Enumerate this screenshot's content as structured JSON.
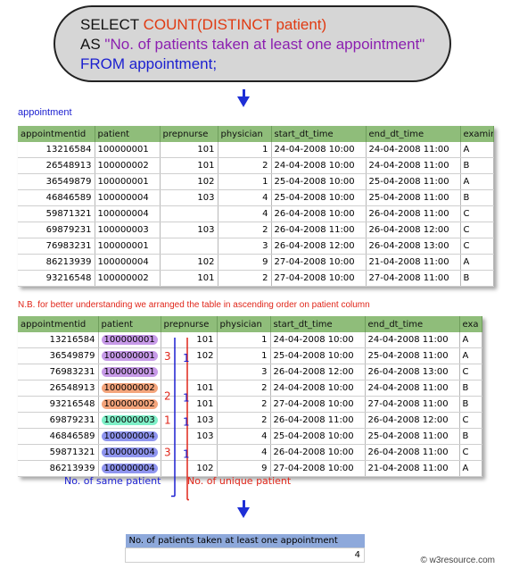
{
  "sql": {
    "line1_kw": "SELECT",
    "line1_fn": "COUNT(DISTINCT patient)",
    "line2_kw": "AS",
    "line2_str": "\"No. of patients taken at least one appointment\"",
    "line3": "FROM appointment;"
  },
  "table1": {
    "title": "appointment",
    "columns": [
      "appointmentid",
      "patient",
      "prepnurse",
      "physician",
      "start_dt_time",
      "end_dt_time",
      "examin"
    ],
    "rows": [
      [
        "13216584",
        "100000001",
        "101",
        "1",
        "24-04-2008 10:00",
        "24-04-2008 11:00",
        "A"
      ],
      [
        "26548913",
        "100000002",
        "101",
        "2",
        "24-04-2008 10:00",
        "24-04-2008 11:00",
        "B"
      ],
      [
        "36549879",
        "100000001",
        "102",
        "1",
        "25-04-2008 10:00",
        "25-04-2008 11:00",
        "A"
      ],
      [
        "46846589",
        "100000004",
        "103",
        "4",
        "25-04-2008 10:00",
        "25-04-2008 11:00",
        "B"
      ],
      [
        "59871321",
        "100000004",
        "",
        "4",
        "26-04-2008 10:00",
        "26-04-2008 11:00",
        "C"
      ],
      [
        "69879231",
        "100000003",
        "103",
        "2",
        "26-04-2008 11:00",
        "26-04-2008 12:00",
        "C"
      ],
      [
        "76983231",
        "100000001",
        "",
        "3",
        "26-04-2008 12:00",
        "26-04-2008 13:00",
        "C"
      ],
      [
        "86213939",
        "100000004",
        "102",
        "9",
        "27-04-2008 10:00",
        "21-04-2008 11:00",
        "A"
      ],
      [
        "93216548",
        "100000002",
        "101",
        "2",
        "27-04-2008 10:00",
        "27-04-2008 11:00",
        "B"
      ]
    ]
  },
  "note": "N.B. for better understanding we arranged the table in ascending order on patient column",
  "table2": {
    "columns": [
      "appointmentid",
      "patient",
      "prepnurse",
      "physician",
      "start_dt_time",
      "end_dt_time",
      "exa"
    ],
    "rows": [
      [
        "13216584",
        "100000001",
        "101",
        "1",
        "24-04-2008 10:00",
        "24-04-2008 11:00",
        "A"
      ],
      [
        "36549879",
        "100000001",
        "102",
        "1",
        "25-04-2008 10:00",
        "25-04-2008 11:00",
        "A"
      ],
      [
        "76983231",
        "100000001",
        "",
        "3",
        "26-04-2008 12:00",
        "26-04-2008 13:00",
        "C"
      ],
      [
        "26548913",
        "100000002",
        "101",
        "2",
        "24-04-2008 10:00",
        "24-04-2008 11:00",
        "B"
      ],
      [
        "93216548",
        "100000002",
        "101",
        "2",
        "27-04-2008 10:00",
        "27-04-2008 11:00",
        "B"
      ],
      [
        "69879231",
        "100000003",
        "103",
        "2",
        "26-04-2008 11:00",
        "26-04-2008 12:00",
        "C"
      ],
      [
        "46846589",
        "100000004",
        "103",
        "4",
        "25-04-2008 10:00",
        "25-04-2008 11:00",
        "B"
      ],
      [
        "59871321",
        "100000004",
        "",
        "4",
        "26-04-2008 10:00",
        "26-04-2008 11:00",
        "C"
      ],
      [
        "86213939",
        "100000004",
        "102",
        "9",
        "27-04-2008 10:00",
        "21-04-2008 11:00",
        "A"
      ]
    ],
    "groups": [
      {
        "patient": "100000001",
        "rows": [
          0,
          1,
          2
        ],
        "same": "3",
        "unique": "1",
        "color": "#c79ae8"
      },
      {
        "patient": "100000002",
        "rows": [
          3,
          4
        ],
        "same": "2",
        "unique": "1",
        "color": "#f4a57c"
      },
      {
        "patient": "100000003",
        "rows": [
          5
        ],
        "same": "1",
        "unique": "1",
        "color": "#7ff0c8"
      },
      {
        "patient": "100000004",
        "rows": [
          6,
          7,
          8
        ],
        "same": "3",
        "unique": "1",
        "color": "#8f95ef"
      }
    ]
  },
  "labels": {
    "same_patient": "No. of same patient",
    "unique_patient": "No. of unique patient"
  },
  "result": {
    "header": "No. of patients taken at least one appointment",
    "value": "4"
  },
  "credit": "© w3resource.com",
  "colors": {
    "blue": "#1b1fd0",
    "red": "#e0261a",
    "header_green": "#8fbd7a",
    "result_header": "#8ea9db"
  }
}
